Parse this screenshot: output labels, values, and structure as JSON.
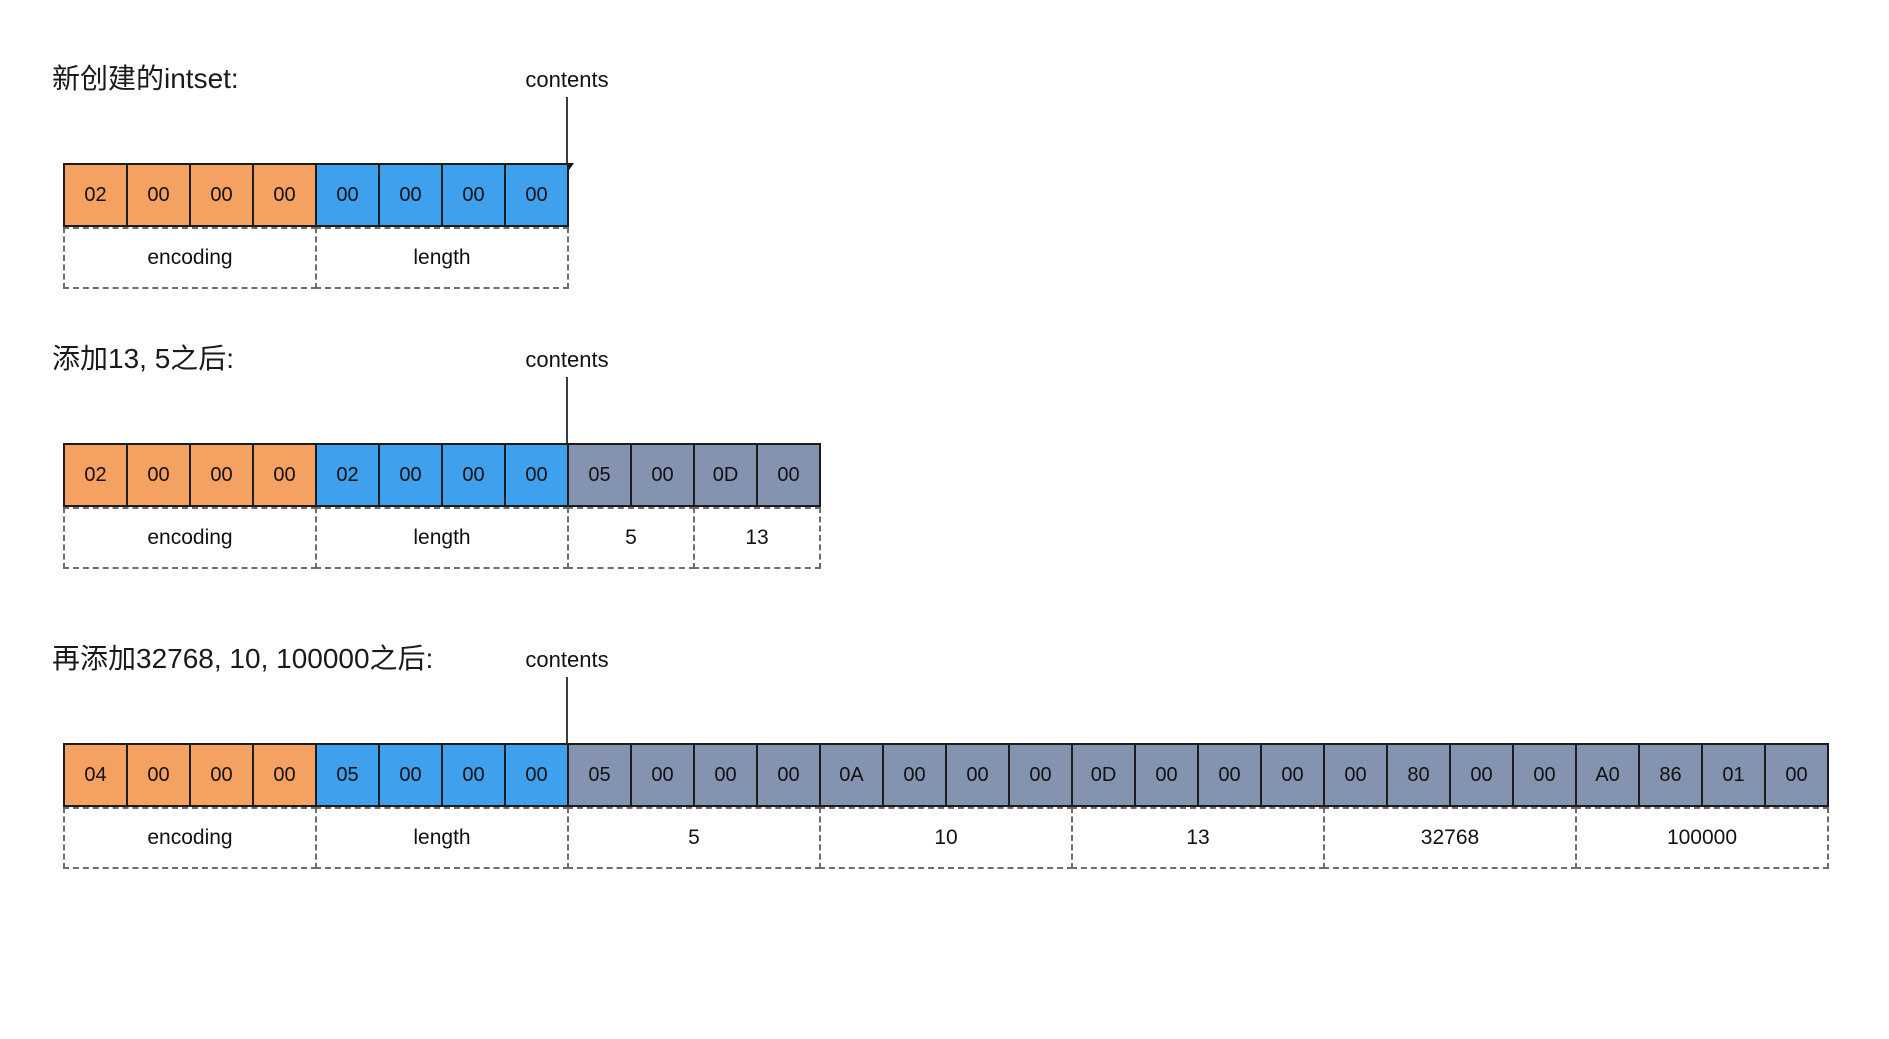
{
  "colors": {
    "encoding": "#F5A161",
    "length": "#3FA0EE",
    "content": "#8494B0",
    "cell_border": "#1c1c1c",
    "dashed_border": "#6e6e6e"
  },
  "diagrams": [
    {
      "title": "新创建的intset:",
      "pointer_label": "contents",
      "pointer_after_cell": 8,
      "cells": [
        {
          "v": "02",
          "t": "encoding"
        },
        {
          "v": "00",
          "t": "encoding"
        },
        {
          "v": "00",
          "t": "encoding"
        },
        {
          "v": "00",
          "t": "encoding"
        },
        {
          "v": "00",
          "t": "length"
        },
        {
          "v": "00",
          "t": "length"
        },
        {
          "v": "00",
          "t": "length"
        },
        {
          "v": "00",
          "t": "length"
        }
      ],
      "fields": [
        {
          "label": "encoding",
          "span": 4
        },
        {
          "label": "length",
          "span": 4
        }
      ]
    },
    {
      "title": "添加13, 5之后:",
      "pointer_label": "contents",
      "pointer_after_cell": 8,
      "cells": [
        {
          "v": "02",
          "t": "encoding"
        },
        {
          "v": "00",
          "t": "encoding"
        },
        {
          "v": "00",
          "t": "encoding"
        },
        {
          "v": "00",
          "t": "encoding"
        },
        {
          "v": "02",
          "t": "length"
        },
        {
          "v": "00",
          "t": "length"
        },
        {
          "v": "00",
          "t": "length"
        },
        {
          "v": "00",
          "t": "length"
        },
        {
          "v": "05",
          "t": "content"
        },
        {
          "v": "00",
          "t": "content"
        },
        {
          "v": "0D",
          "t": "content"
        },
        {
          "v": "00",
          "t": "content"
        }
      ],
      "fields": [
        {
          "label": "encoding",
          "span": 4
        },
        {
          "label": "length",
          "span": 4
        },
        {
          "label": "5",
          "span": 2
        },
        {
          "label": "13",
          "span": 2
        }
      ]
    },
    {
      "title": "再添加32768, 10, 100000之后:",
      "pointer_label": "contents",
      "pointer_after_cell": 8,
      "cells": [
        {
          "v": "04",
          "t": "encoding"
        },
        {
          "v": "00",
          "t": "encoding"
        },
        {
          "v": "00",
          "t": "encoding"
        },
        {
          "v": "00",
          "t": "encoding"
        },
        {
          "v": "05",
          "t": "length"
        },
        {
          "v": "00",
          "t": "length"
        },
        {
          "v": "00",
          "t": "length"
        },
        {
          "v": "00",
          "t": "length"
        },
        {
          "v": "05",
          "t": "content"
        },
        {
          "v": "00",
          "t": "content"
        },
        {
          "v": "00",
          "t": "content"
        },
        {
          "v": "00",
          "t": "content"
        },
        {
          "v": "0A",
          "t": "content"
        },
        {
          "v": "00",
          "t": "content"
        },
        {
          "v": "00",
          "t": "content"
        },
        {
          "v": "00",
          "t": "content"
        },
        {
          "v": "0D",
          "t": "content"
        },
        {
          "v": "00",
          "t": "content"
        },
        {
          "v": "00",
          "t": "content"
        },
        {
          "v": "00",
          "t": "content"
        },
        {
          "v": "00",
          "t": "content"
        },
        {
          "v": "80",
          "t": "content"
        },
        {
          "v": "00",
          "t": "content"
        },
        {
          "v": "00",
          "t": "content"
        },
        {
          "v": "A0",
          "t": "content"
        },
        {
          "v": "86",
          "t": "content"
        },
        {
          "v": "01",
          "t": "content"
        },
        {
          "v": "00",
          "t": "content"
        }
      ],
      "fields": [
        {
          "label": "encoding",
          "span": 4
        },
        {
          "label": "length",
          "span": 4
        },
        {
          "label": "5",
          "span": 4
        },
        {
          "label": "10",
          "span": 4
        },
        {
          "label": "13",
          "span": 4
        },
        {
          "label": "32768",
          "span": 4
        },
        {
          "label": "100000",
          "span": 4
        }
      ]
    }
  ]
}
